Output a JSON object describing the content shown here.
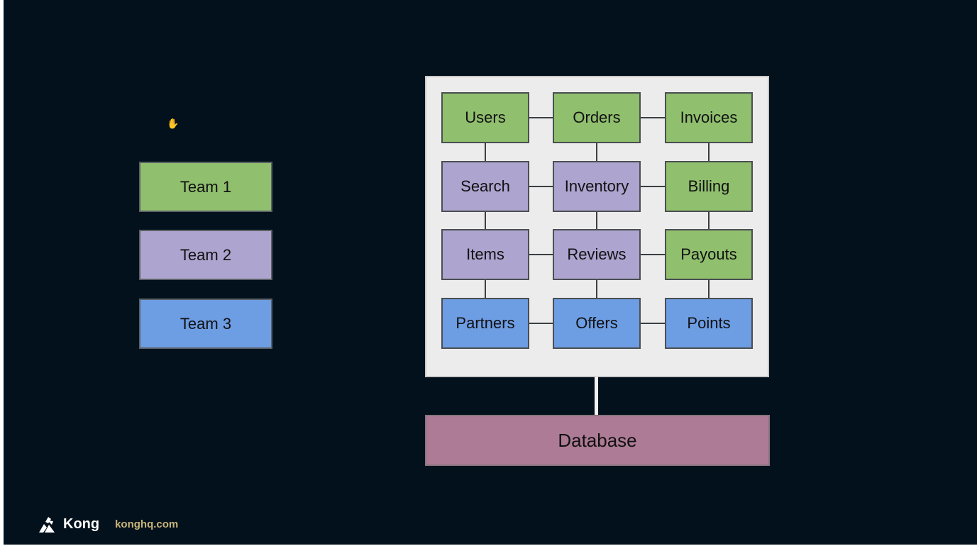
{
  "colors": {
    "background": "#03111c",
    "team1": "#90bf6e",
    "team2": "#ada4cf",
    "team3": "#6d9de3",
    "panel": "#ececec",
    "database": "#ad7b96",
    "brand_url": "#c9b57a"
  },
  "teams": [
    {
      "label": "Team 1",
      "color": "#90bf6e"
    },
    {
      "label": "Team 2",
      "color": "#ada4cf"
    },
    {
      "label": "Team 3",
      "color": "#6d9de3"
    }
  ],
  "services": [
    {
      "label": "Users",
      "team": 1
    },
    {
      "label": "Orders",
      "team": 1
    },
    {
      "label": "Invoices",
      "team": 1
    },
    {
      "label": "Search",
      "team": 2
    },
    {
      "label": "Inventory",
      "team": 2
    },
    {
      "label": "Billing",
      "team": 1
    },
    {
      "label": "Items",
      "team": 2
    },
    {
      "label": "Reviews",
      "team": 2
    },
    {
      "label": "Payouts",
      "team": 1
    },
    {
      "label": "Partners",
      "team": 3
    },
    {
      "label": "Offers",
      "team": 3
    },
    {
      "label": "Points",
      "team": 3
    }
  ],
  "database": {
    "label": "Database"
  },
  "footer": {
    "brand": "Kong",
    "url": "konghq.com",
    "logo_icon": "kong-logo-icon"
  },
  "cursor_icon": "hand-cursor-icon"
}
